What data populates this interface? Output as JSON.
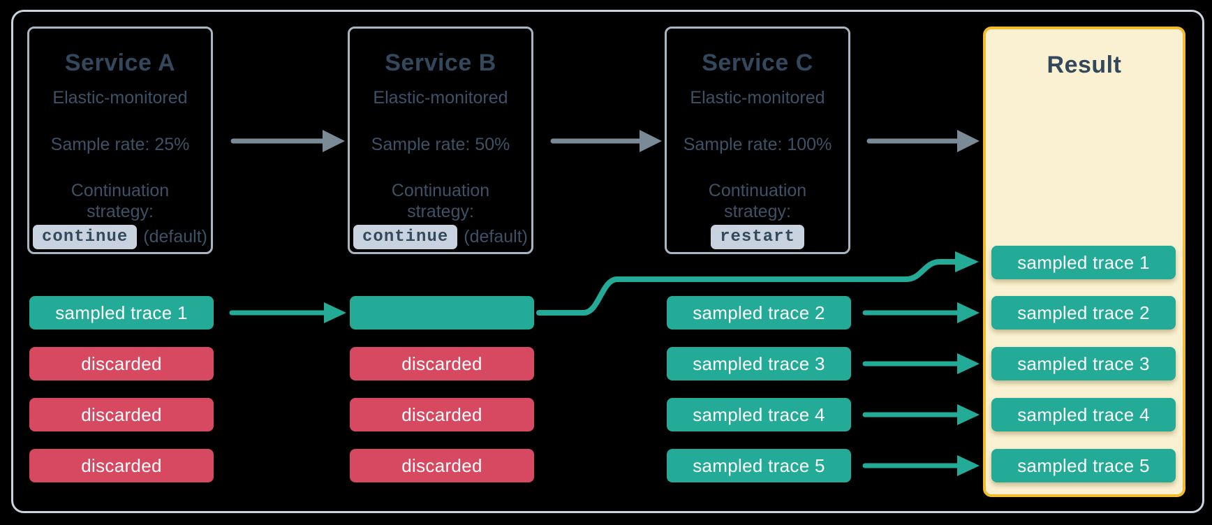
{
  "services": [
    {
      "title": "Service A",
      "monitoring": "Elastic-monitored",
      "sample_rate": "Sample rate: 25%",
      "continuation_label": "Continuation strategy:",
      "strategy_badge": "continue",
      "strategy_suffix": "(default)"
    },
    {
      "title": "Service B",
      "monitoring": "Elastic-monitored",
      "sample_rate": "Sample rate: 50%",
      "continuation_label": "Continuation strategy:",
      "strategy_badge": "continue",
      "strategy_suffix": "(default)"
    },
    {
      "title": "Service C",
      "monitoring": "Elastic-monitored",
      "sample_rate": "Sample rate: 100%",
      "continuation_label": "Continuation strategy:",
      "strategy_badge": "restart"
    }
  ],
  "trace_rows": {
    "service_a": [
      "sampled trace 1",
      "discarded",
      "discarded",
      "discarded"
    ],
    "service_b": [
      "",
      "discarded",
      "discarded",
      "discarded"
    ],
    "service_c": [
      "sampled trace 2",
      "sampled trace 3",
      "sampled trace 4",
      "sampled trace 5"
    ]
  },
  "result": {
    "title": "Result",
    "pills": [
      "sampled trace 1",
      "sampled trace 2",
      "sampled trace 3",
      "sampled trace 4",
      "sampled trace 5"
    ]
  },
  "colors": {
    "sampled_teal": "#23ab97",
    "discarded_red": "#d64960",
    "flow_arrow_gray": "#7a8a96",
    "result_border_gold": "#f2bc2e",
    "result_bg_cream": "#faf1d2",
    "badge_bg": "#c8d3df",
    "service_border": "#a8b6c2",
    "frame_border": "#c8d4df",
    "text_dark_slate": "#34495c"
  }
}
